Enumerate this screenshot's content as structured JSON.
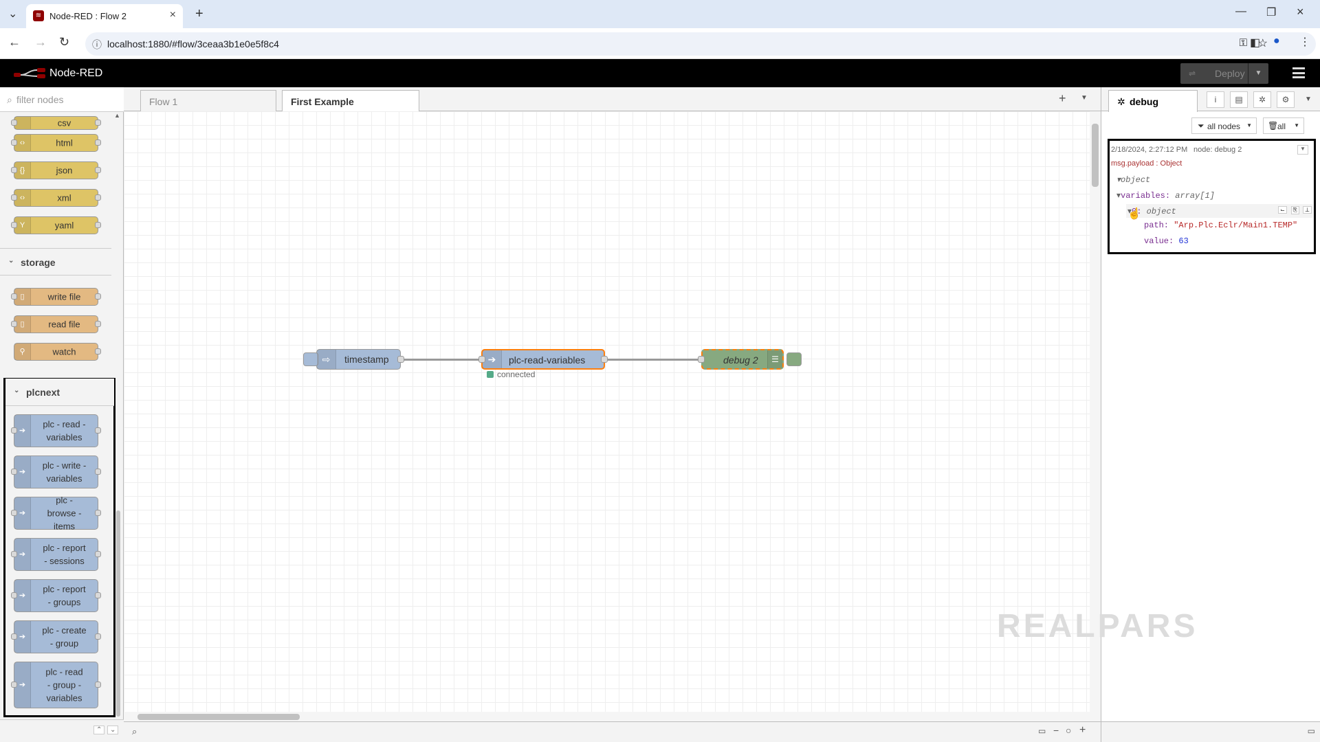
{
  "browser": {
    "tab_title": "Node-RED : Flow 2",
    "url": "localhost:1880/#flow/3ceaa3b1e0e5f8c4"
  },
  "header": {
    "title": "Node-RED",
    "deploy_label": "Deploy"
  },
  "palette": {
    "filter_placeholder": "filter nodes",
    "parser_nodes": [
      "csv",
      "html",
      "json",
      "xml",
      "yaml"
    ],
    "storage_category": "storage",
    "storage_nodes": [
      "write file",
      "read file",
      "watch"
    ],
    "plcnext_category": "plcnext",
    "plcnext_nodes": [
      "plc - read - variables",
      "plc - write - variables",
      "plc - browse - items",
      "plc - report - sessions",
      "plc - report - groups",
      "plc - create - group",
      "plc - read - group - variables"
    ]
  },
  "workspace": {
    "tabs": [
      "Flow 1",
      "First Example"
    ],
    "active_tab": "First Example",
    "nodes": {
      "inject": "timestamp",
      "plc": "plc-read-variables",
      "plc_status": "connected",
      "debug": "debug 2"
    }
  },
  "sidebar": {
    "tab_label": "debug",
    "filter_label": "all nodes",
    "clear_label": "all",
    "message": {
      "timestamp": "2/18/2024, 2:27:12 PM",
      "node": "node: debug 2",
      "topic": "msg.payload : Object",
      "root": "object",
      "variables_key": "variables:",
      "variables_type": "array[1]",
      "item_key": "0:",
      "item_type": "object",
      "path_key": "path:",
      "path_value": "\"Arp.Plc.Eclr/Main1.TEMP\"",
      "value_key": "value:",
      "value_value": "63"
    }
  },
  "watermark": "REALPARS",
  "colors": {
    "parser_node": "#dec466",
    "storage_node": "#e3b982",
    "plc_node": "#a6bbd7",
    "debug_node": "#87a980",
    "selected_outline": "#ff7f0e",
    "status_green": "#5a8"
  }
}
